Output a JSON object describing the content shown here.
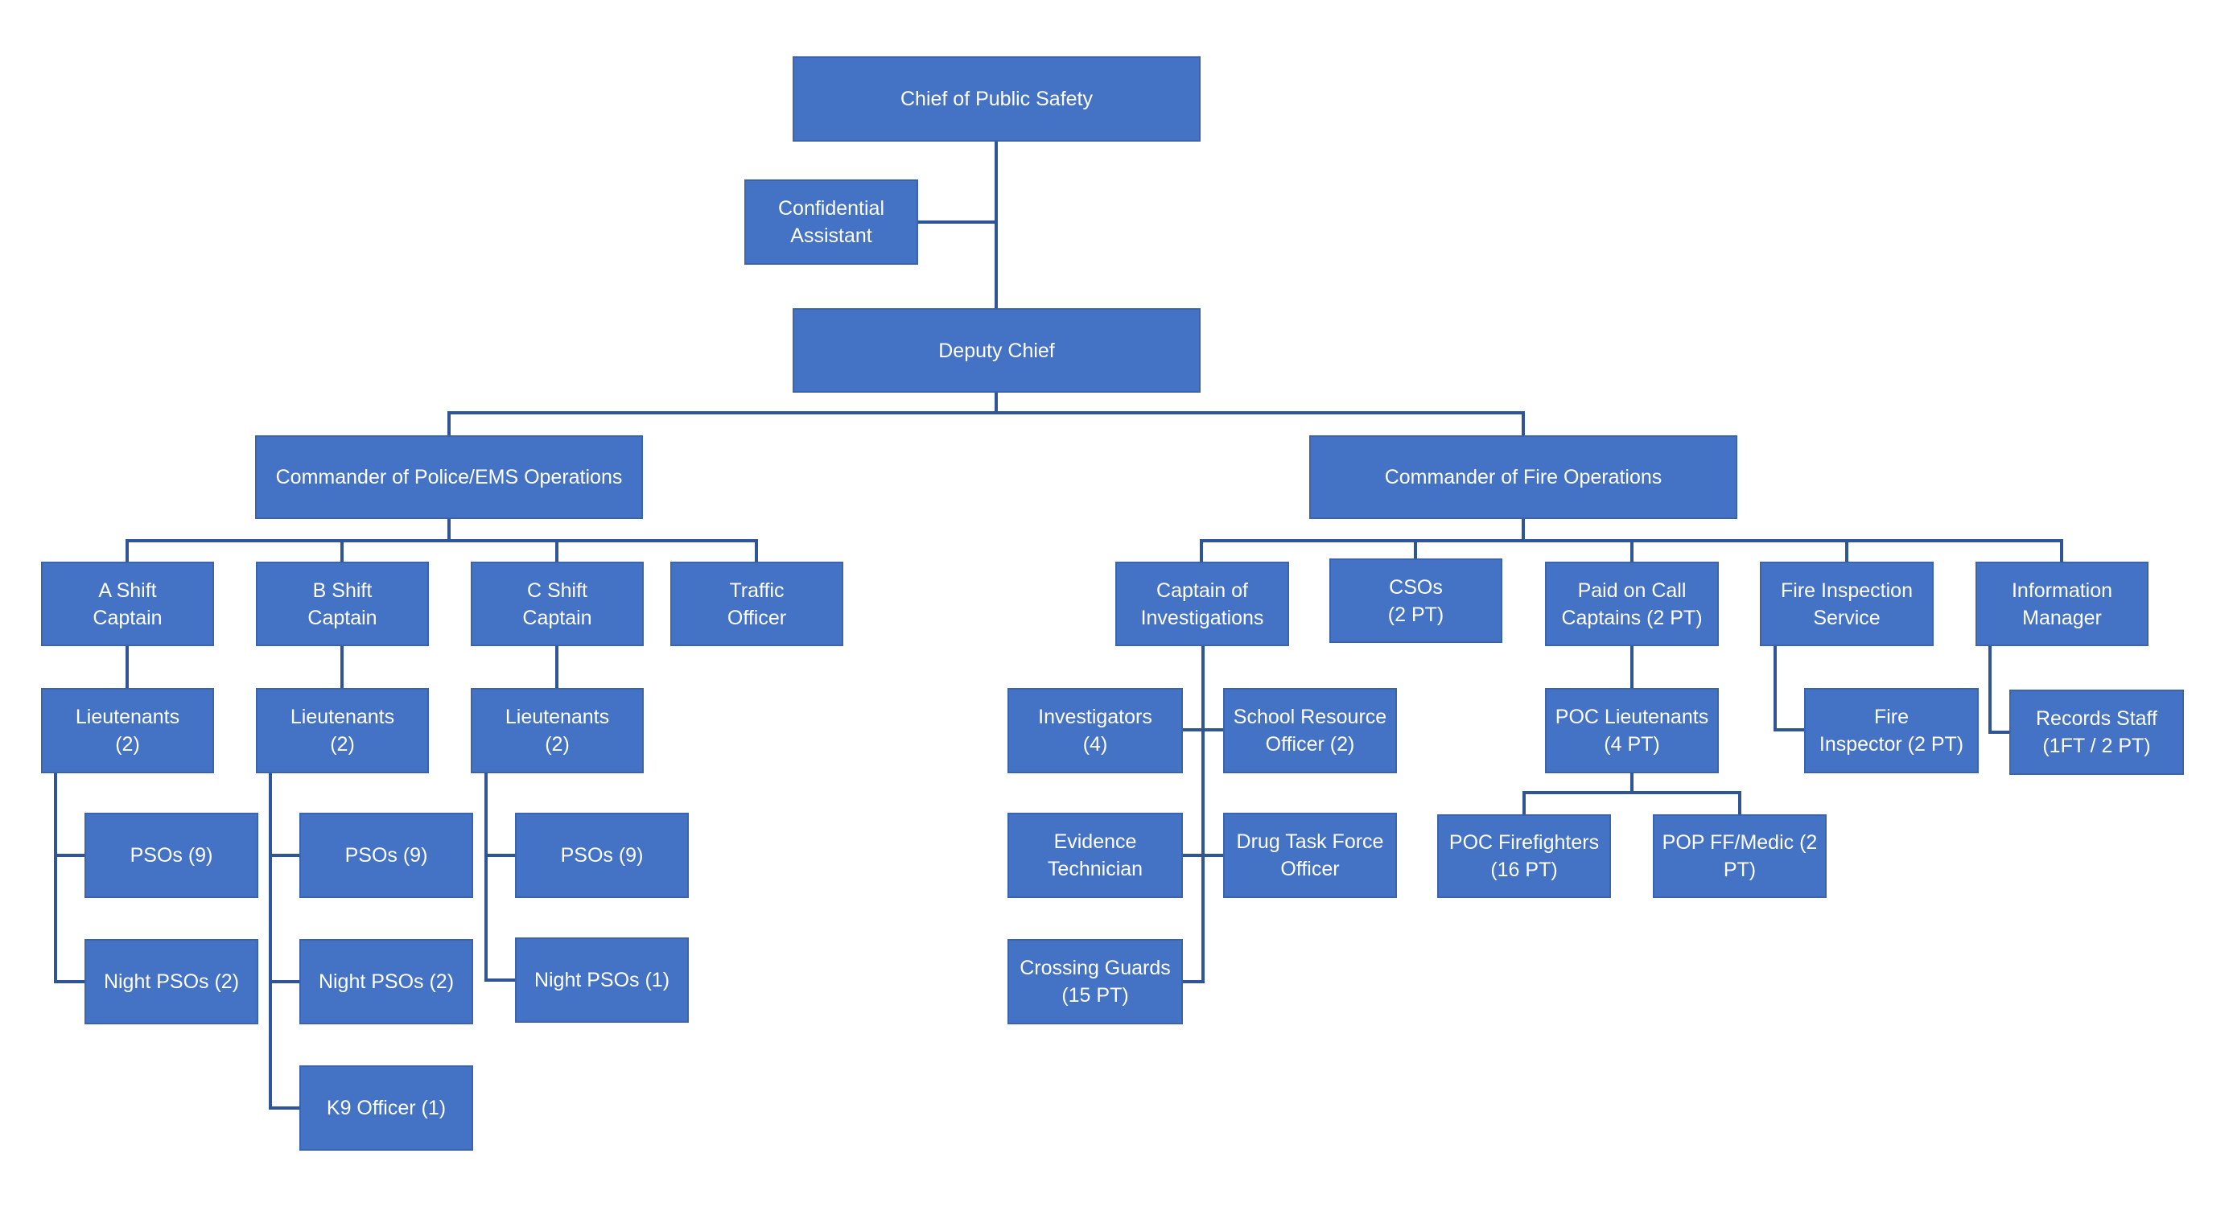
{
  "colors": {
    "box_fill": "#4472c4",
    "line": "#2f5597",
    "text": "#ffffff"
  },
  "boxes": {
    "chief": "Chief of Public Safety",
    "confidential_assistant": "Confidential\nAssistant",
    "deputy_chief": "Deputy Chief",
    "commander_police": "Commander of Police/EMS Operations",
    "commander_fire": "Commander of Fire Operations",
    "a_shift_captain": "A Shift\nCaptain",
    "b_shift_captain": "B Shift\nCaptain",
    "c_shift_captain": "C Shift\nCaptain",
    "traffic_officer": "Traffic\nOfficer",
    "a_lieutenants": "Lieutenants\n(2)",
    "b_lieutenants": "Lieutenants\n(2)",
    "c_lieutenants": "Lieutenants\n(2)",
    "a_psos": "PSOs (9)",
    "a_night_psos": "Night PSOs (2)",
    "b_psos": "PSOs (9)",
    "b_night_psos": "Night PSOs (2)",
    "b_k9": "K9 Officer (1)",
    "c_psos": "PSOs (9)",
    "c_night_psos": "Night PSOs (1)",
    "captain_investigations": "Captain of\nInvestigations",
    "csos": "CSOs\n(2 PT)",
    "paid_on_call_captains": "Paid on Call\nCaptains (2 PT)",
    "fire_inspection_service": "Fire Inspection\nService",
    "information_manager": "Information\nManager",
    "investigators": "Investigators\n(4)",
    "school_resource_officer": "School Resource\nOfficer (2)",
    "evidence_technician": "Evidence\nTechnician",
    "drug_task_force_officer": "Drug Task Force\nOfficer",
    "crossing_guards": "Crossing Guards\n(15 PT)",
    "poc_lieutenants": "POC Lieutenants\n(4 PT)",
    "poc_firefighters": "POC Firefighters\n(16 PT)",
    "pop_ff_medic": "POP FF/Medic (2\nPT)",
    "fire_inspector": "Fire\nInspector (2 PT)",
    "records_staff": "Records Staff\n(1FT / 2 PT)"
  }
}
